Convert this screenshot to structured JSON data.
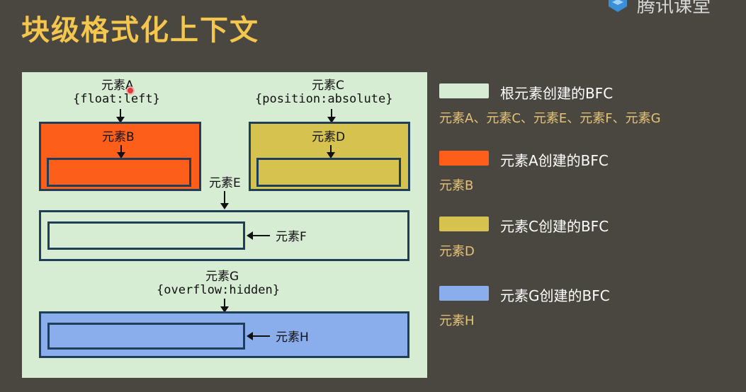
{
  "header": {
    "title": "块级格式化上下文",
    "logo_text": "腾讯课堂"
  },
  "diagram": {
    "elemA_label": "元素A",
    "elemA_style": "{float:left}",
    "elemB_label": "元素B",
    "elemC_label": "元素C",
    "elemC_style": "{position:absolute}",
    "elemD_label": "元素D",
    "elemE_label": "元素E",
    "elemF_label": "元素F",
    "elemG_label": "元素G",
    "elemG_style": "{overflow:hidden}",
    "elemH_label": "元素H"
  },
  "legend": [
    {
      "title": "根元素创建的BFC",
      "sub": "元素A、元素C、元素E、元素F、元素G",
      "color": "#d6ecd3"
    },
    {
      "title": "元素A创建的BFC",
      "sub": "元素B",
      "color": "#fd5f1b"
    },
    {
      "title": "元素C创建的BFC",
      "sub": "元素D",
      "color": "#d6c24f"
    },
    {
      "title": "元素G创建的BFC",
      "sub": "元素H",
      "color": "#8aadeb"
    }
  ],
  "colors": {
    "background": "#4a4740",
    "title": "#f4c64e",
    "panel": "#d6ecd3",
    "orange": "#fd5f1b",
    "yellow": "#d6c24f",
    "blue": "#8aadeb",
    "border": "#1f3f58"
  }
}
